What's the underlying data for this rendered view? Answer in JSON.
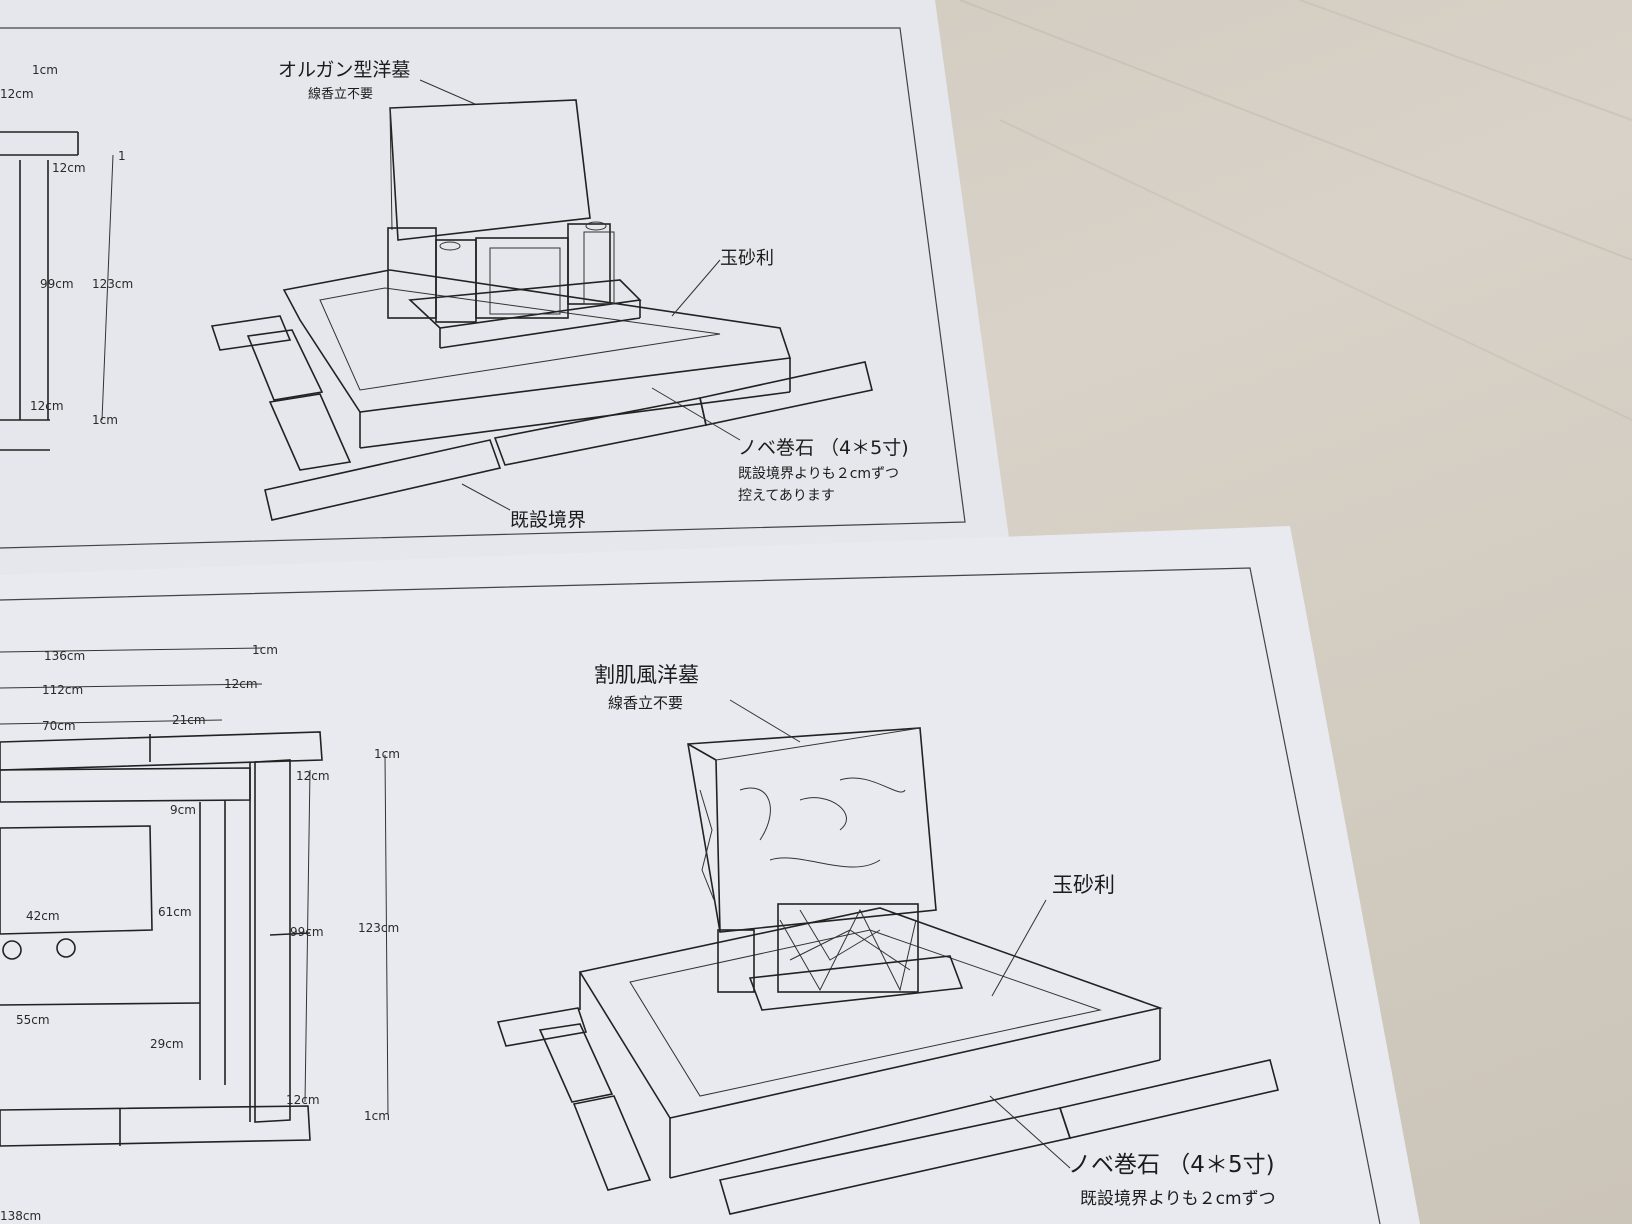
{
  "sheet_top": {
    "title": "オルガン型洋墓",
    "subtitle": "線香立不要",
    "gravel_label": "玉砂利",
    "curb_label": "ノベ巻石 （4＊5寸)",
    "curb_note_line1": "既設境界よりも２cmずつ",
    "curb_note_line2": "控えてあります",
    "boundary_label": "既設境界",
    "dims": [
      "12cm",
      "1cm",
      "12cm",
      "99cm",
      "123cm",
      "12cm",
      "1cm"
    ]
  },
  "sheet_bottom": {
    "title": "割肌風洋墓",
    "subtitle": "線香立不要",
    "gravel_label": "玉砂利",
    "curb_label": "ノベ巻石 （4＊5寸)",
    "curb_note_line1": "既設境界よりも２cmずつ",
    "dims": [
      "136cm",
      "1cm",
      "112cm",
      "12cm",
      "70cm",
      "21cm",
      "1cm",
      "12cm",
      "9cm",
      "42cm",
      "61cm",
      "99cm",
      "123cm",
      "55cm",
      "29cm",
      "12cm",
      "1cm",
      "138cm"
    ]
  },
  "colors": {
    "paper": "#e9eaf0",
    "background": "#d2ccc2",
    "ink": "#1c1c1c"
  }
}
